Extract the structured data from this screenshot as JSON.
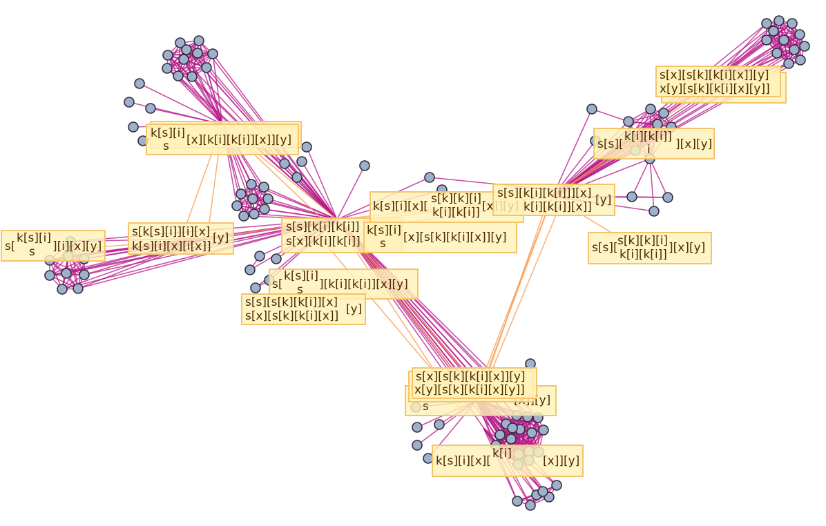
{
  "diagram": {
    "type": "network-graph",
    "colors": {
      "intra_cluster_edge": "#b5178a",
      "inter_cluster_edge": "#fb9a4a",
      "node_fill": "#9fb0cc",
      "node_stroke": "#2d2d3a",
      "label_fill": "#fff2b8",
      "label_border": "#f5c46a",
      "label_text": "#4a2a00"
    },
    "clusters": [
      {
        "id": "top-left",
        "node_count": 11
      },
      {
        "id": "mid-left",
        "node_count": 9
      },
      {
        "id": "far-left",
        "node_count": 8
      },
      {
        "id": "top-right",
        "node_count": 12
      },
      {
        "id": "right",
        "node_count": 9
      },
      {
        "id": "bottom",
        "node_count": 16
      },
      {
        "id": "bottom-lower",
        "node_count": 6
      }
    ],
    "labels": [
      {
        "id": "label-1",
        "main": "k[s][i]",
        "sub": "s",
        "tail": "[x][k[i][k[i]][x]][y]"
      },
      {
        "id": "label-2",
        "main": "s[",
        "sup": "k[s][i]",
        "sub": "s",
        "tail": "][i][x][y]"
      },
      {
        "id": "label-3",
        "line1": "s[k[s][i]][i][x]",
        "line2": "k[s][i][x][i[x]]",
        "tail": "[y]"
      },
      {
        "id": "label-4",
        "line1": "s[s][k[i][k[i]]",
        "line2": "s[x][k[i][k[i]]"
      },
      {
        "id": "label-5",
        "main": "k[s][i]",
        "sub": "s",
        "tail": "[x][s[k][k[i][x]][y]"
      },
      {
        "id": "label-6",
        "main": "k[s][i][x][",
        "line1": "s[k][k][i]",
        "line2": "k[i][k[i]]",
        "tail": "[x]][y]"
      },
      {
        "id": "label-7",
        "main": "s[",
        "sup": "k[s][i]",
        "sub": "s",
        "tail": "][k[i][k[i]][x][y]"
      },
      {
        "id": "label-8",
        "line1": "s[s][s[k][k[i]][x]",
        "line2": "s[x][s[k][k[i][x]]",
        "tail": "[y]"
      },
      {
        "id": "label-9",
        "line1": "s[s][k[i][k[i]]][x]",
        "line2": "k[i][k[i]][x]]",
        "tail": "[y]"
      },
      {
        "id": "label-10",
        "main": "s[s][",
        "line1": "k[i][k[i]]",
        "line2": "i",
        "tail": "][x][y]"
      },
      {
        "id": "label-11",
        "line1": "s[x][s[k][k[i][x]][y]",
        "line2": "x[y][s[k][k[i][x][y]]"
      },
      {
        "id": "label-12",
        "main": "s[s][",
        "line1": "s[k][k][i]",
        "line2": "k[i][k[i]]",
        "tail": "][x][y]"
      },
      {
        "id": "label-13",
        "line1": "s[x][s[k][k[i][x]][y]",
        "line2": "x[y][s[k][k[i][x][y]]"
      },
      {
        "id": "label-14",
        "main": "s",
        "tail": "[x]][y]"
      },
      {
        "id": "label-15",
        "main": "k[s][i][x][",
        "sup": "k[i]",
        "tail": "[x]][y]"
      }
    ]
  }
}
